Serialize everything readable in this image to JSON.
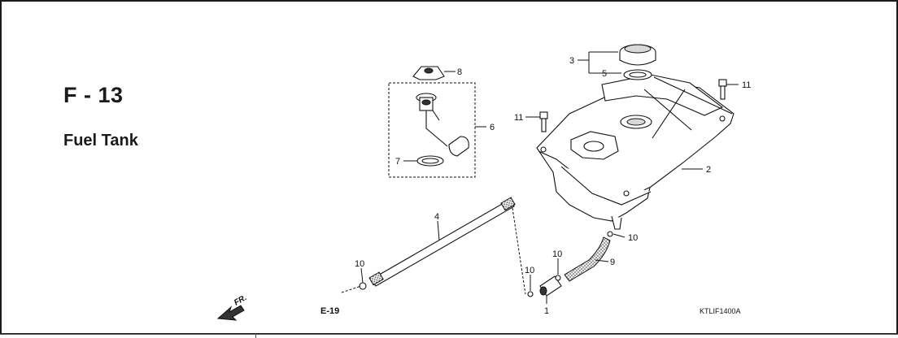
{
  "header": {
    "section_code": "F - 13",
    "section_title": "Fuel Tank"
  },
  "diagram": {
    "drawing_code": "KTLIF1400A",
    "reference": "E-19",
    "direction_marker": "FR.",
    "callouts": [
      {
        "id": "c1",
        "label": "1"
      },
      {
        "id": "c2",
        "label": "2"
      },
      {
        "id": "c3",
        "label": "3"
      },
      {
        "id": "c4",
        "label": "4"
      },
      {
        "id": "c5",
        "label": "5"
      },
      {
        "id": "c6",
        "label": "6"
      },
      {
        "id": "c7",
        "label": "7"
      },
      {
        "id": "c8",
        "label": "8"
      },
      {
        "id": "c9",
        "label": "9"
      },
      {
        "id": "c10a",
        "label": "10"
      },
      {
        "id": "c10b",
        "label": "10"
      },
      {
        "id": "c10c",
        "label": "10"
      },
      {
        "id": "c10d",
        "label": "10"
      },
      {
        "id": "c11a",
        "label": "11"
      },
      {
        "id": "c11b",
        "label": "11"
      }
    ]
  }
}
